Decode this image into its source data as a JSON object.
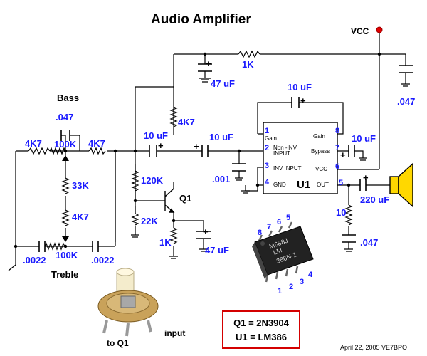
{
  "title": "Audio Amplifier",
  "vcc": "VCC",
  "bass": {
    "label": "Bass",
    "cap": ".047",
    "pot": "100K",
    "res_left": "4K7",
    "res_right": "4K7"
  },
  "treble": {
    "label": "Treble",
    "cap_left": ".0022",
    "cap_right": ".0022",
    "pot": "100K"
  },
  "mid_resistors": {
    "r_top": "33K",
    "r_bottom": "4K7"
  },
  "components": {
    "r_feed": "1K",
    "c_supply": "47 uF",
    "r_collector": "4K7",
    "c_couple_base": "10 uF",
    "c_couple_in": "10 uF",
    "r_bias_top": "120K",
    "r_bias_bottom": "22K",
    "transistor": "Q1",
    "r_emitter": "1K",
    "c_emitter": "47 uF",
    "c_input_gnd": ".001",
    "c_gain": "10 uF",
    "c_bypass": "10 uF",
    "c_vcc": ".047",
    "c_out": "220 uF",
    "r_zobel": "10",
    "c_zobel": ".047"
  },
  "ic": {
    "name": "U1",
    "pins": [
      {
        "num": "1",
        "label": "Gain"
      },
      {
        "num": "2",
        "label": "Non -INV INPUT"
      },
      {
        "num": "3",
        "label": "INV INPUT"
      },
      {
        "num": "4",
        "label": "GND"
      },
      {
        "num": "8",
        "label": "Gain"
      },
      {
        "num": "7",
        "label": "Bypass"
      },
      {
        "num": "6",
        "label": "VCC"
      },
      {
        "num": "5",
        "label": "OUT"
      }
    ]
  },
  "chip_photo": {
    "pins_top": [
      "8",
      "7",
      "6",
      "5"
    ],
    "pins_bottom": [
      "1",
      "2",
      "3",
      "4"
    ],
    "marking_1": "M688J",
    "marking_2": "LM",
    "marking_3": "386N-1"
  },
  "pot_photo": {
    "label_left": "to Q1",
    "label_right": "input"
  },
  "parts_list": {
    "q1": "Q1 = 2N3904",
    "u1": "U1 = LM386"
  },
  "credit": "April 22, 2005  VE7BPO",
  "colors": {
    "wire": "#000000",
    "label": "#1a1aff",
    "vcc_dot": "#e00000",
    "speaker": "#ffd800",
    "box": "#d40000"
  }
}
